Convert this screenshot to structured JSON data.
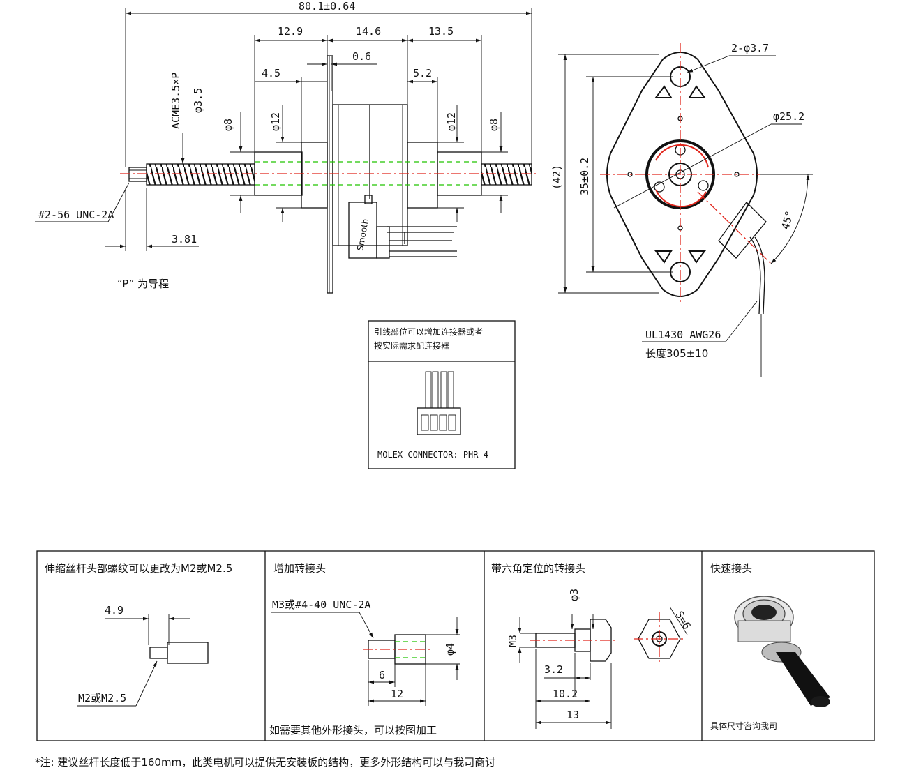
{
  "colors": {
    "line": "#111111",
    "centerline": "#e1251b",
    "hidden": "#21c400"
  },
  "side_view": {
    "overall_length": "80.1±0.64",
    "d_left_body": "12.9",
    "d_body": "14.6",
    "d_right_body": "13.5",
    "d_flange": "0.6",
    "d_left_shoulder": "4.5",
    "d_right_shoulder": "5.2",
    "thread_spec": "ACME3.5×P",
    "thread_dia": "φ3.5",
    "left_dia_8": "φ8",
    "left_dia_12": "φ12",
    "right_dia_12": "φ12",
    "right_dia_8": "φ8",
    "tip_thread": "#2-56 UNC-2A",
    "tip_length": "3.81",
    "label_smooth": "Smooth",
    "note_p": "“P” 为导程"
  },
  "front_view": {
    "holes": "2-φ3.7",
    "boss_dia": "φ25.2",
    "height_overall": "(42)",
    "hole_pitch": "35±0.2",
    "angle": "45°",
    "cable_spec": "UL1430 AWG26",
    "cable_length": "长度305±10"
  },
  "connector_box": {
    "note_line1": "引线部位可以增加连接器或者",
    "note_line2": "按实际需求配连接器",
    "connector": "MOLEX CONNECTOR: PHR-4"
  },
  "options": [
    {
      "title": "伸缩丝杆头部螺纹可以更改为M2或M2.5",
      "dim_a": "4.9",
      "callout": "M2或M2.5"
    },
    {
      "title": "增加转接头",
      "thread": "M3或#4-40 UNC-2A",
      "dia": "φ4",
      "dim_a": "6",
      "dim_b": "12",
      "footer": "如需要其他外形接头，可以按图加工"
    },
    {
      "title": "带六角定位的转接头",
      "dia": "φ3",
      "thread": "M3",
      "dim_a": "3.2",
      "dim_b": "10.2",
      "dim_c": "13",
      "hex": "S=6"
    },
    {
      "title": "快速接头",
      "footer": "具体尺寸咨询我司"
    }
  ],
  "footnote": "*注: 建议丝杆长度低于160mm，此类电机可以提供无安装板的结构，更多外形结构可以与我司商讨"
}
